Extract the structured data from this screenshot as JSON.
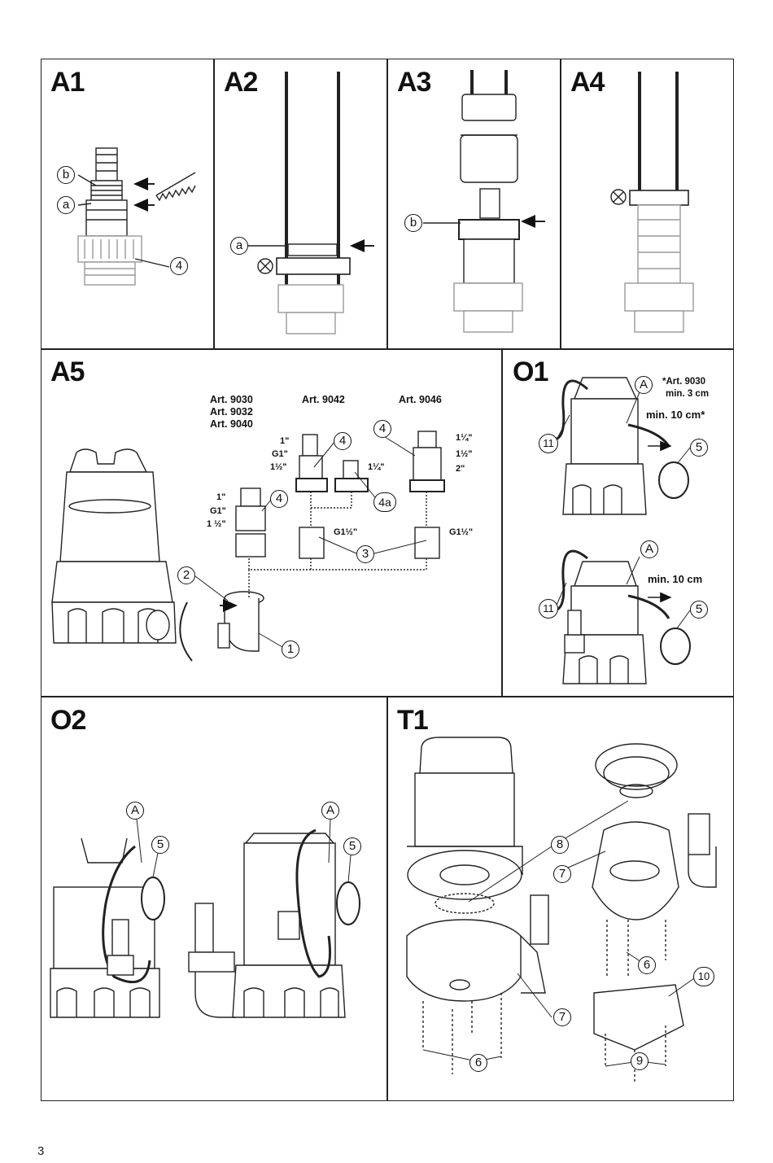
{
  "panels": {
    "a1": "A1",
    "a2": "A2",
    "a3": "A3",
    "a4": "A4",
    "a5": "A5",
    "o1": "O1",
    "o2": "O2",
    "t1": "T1"
  },
  "callouts": {
    "a": "a",
    "b": "b",
    "n1": "1",
    "n2": "2",
    "n3": "3",
    "n4": "4",
    "n4a": "4a",
    "n5": "5",
    "n6": "6",
    "n7": "7",
    "n8": "8",
    "n9": "9",
    "n10": "10",
    "n11": "11",
    "A": "A"
  },
  "a5_labels": {
    "art_9030": "Art. 9030",
    "art_9032": "Art. 9032",
    "art_9040": "Art. 9040",
    "art_9042": "Art. 9042",
    "art_9046": "Art. 9046",
    "size_1": "1\"",
    "size_g1": "G1\"",
    "size_1_half": "1½\"",
    "size_1_half_spaced": "1 ½\"",
    "size_1_quarter": "1¼\"",
    "size_2": "2\"",
    "size_g1_half": "G1½\""
  },
  "o1_labels": {
    "note_art": "*Art. 9030",
    "note_min": "min. 3 cm",
    "min_10_star": "min. 10 cm*",
    "min_10": "min. 10 cm"
  },
  "page_number": "3"
}
